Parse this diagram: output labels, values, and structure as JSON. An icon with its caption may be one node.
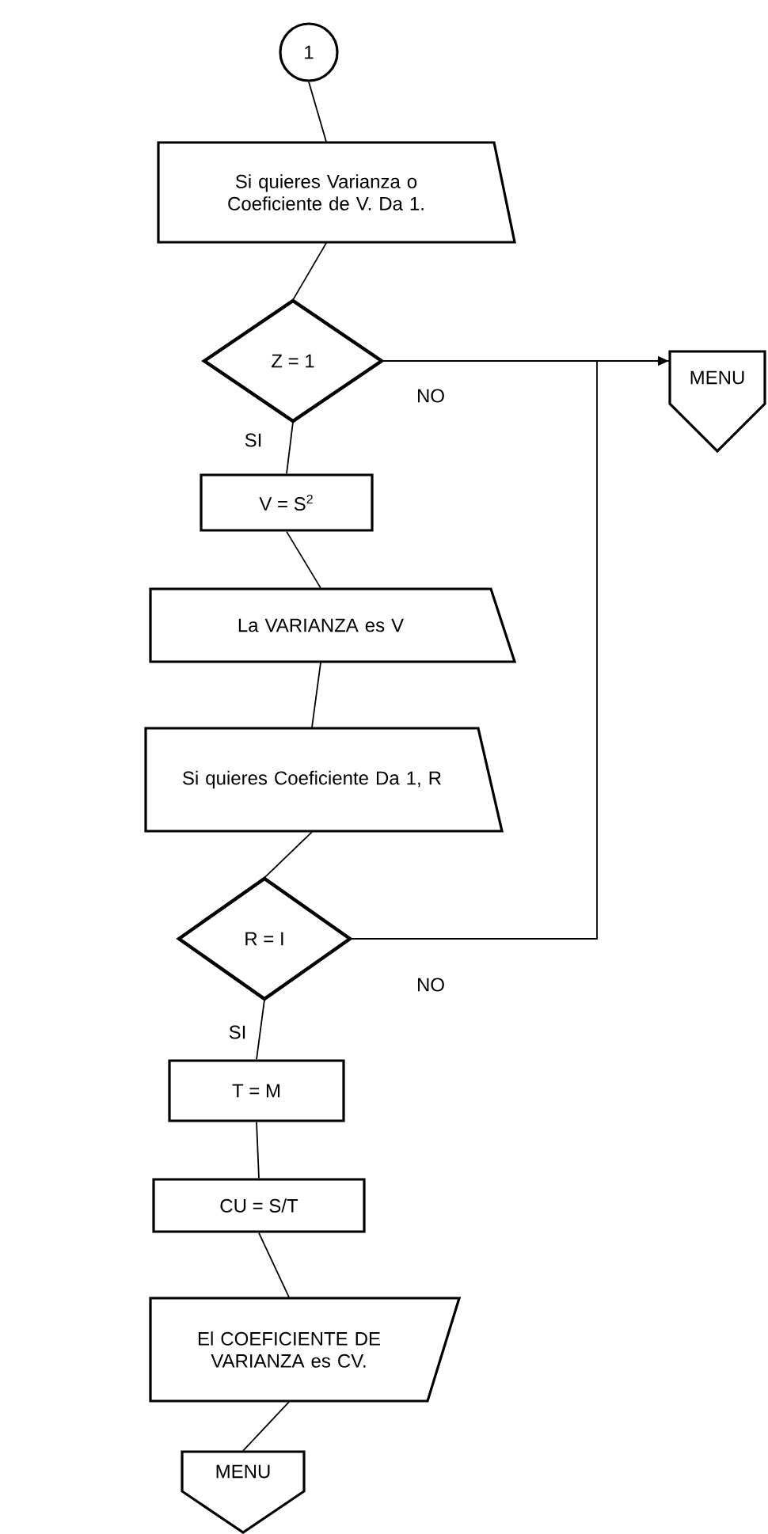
{
  "diagram": {
    "nodes": [
      {
        "text": [
          "1"
        ]
      },
      {
        "text": [
          "Si quieres Varianza o Coeficiente de V. Da 1."
        ]
      },
      {
        "text": [
          "Z = 1"
        ]
      },
      {
        "text": [
          "MENU"
        ]
      },
      {
        "text": [
          "V = S$^{2}$"
        ]
      },
      {
        "text": [
          "La VARIANZA es V"
        ]
      },
      {
        "text": [
          "Si quieres Coeficiente Da 1, R"
        ]
      },
      {
        "text": [
          "R = I"
        ]
      },
      {
        "text": [
          "T = M"
        ]
      },
      {
        "text": [
          "CU = S/T"
        ]
      },
      {
        "text": [
          "El COEFICIENTE DE VARIANZA es CV."
        ]
      },
      {
        "text": [
          "MENU"
        ]
      }
    ],
    "edges": [
      {
        "from": 0,
        "to": 1,
        "arrow": "none"
      },
      {
        "from": 1,
        "to": 2,
        "arrow": "none"
      },
      {
        "from": 2,
        "to": 3,
        "arrow": "none",
        "label": "NO"
      },
      {
        "from": 2,
        "to": 4,
        "arrow": "none",
        "label": "SI"
      },
      {
        "from": 4,
        "to": 5,
        "arrow": "none"
      },
      {
        "from": 5,
        "to": 6,
        "arrow": "none"
      },
      {
        "from": 6,
        "to": 7,
        "arrow": "none"
      },
      {
        "from": 7,
        "to": 3,
        "arrow": "to",
        "label": "NO"
      },
      {
        "from": 7,
        "to": 8,
        "arrow": "none",
        "label": "SI"
      },
      {
        "from": 8,
        "to": 9,
        "arrow": "none"
      },
      {
        "from": 9,
        "to": 10,
        "arrow": "none"
      },
      {
        "from": 10,
        "to": 11,
        "arrow": "none"
      }
    ]
  }
}
